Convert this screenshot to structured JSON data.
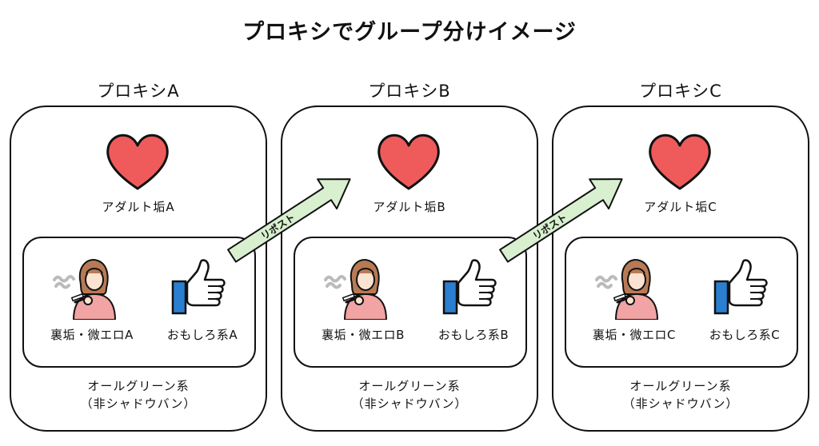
{
  "title": "プロキシでグループ分けイメージ",
  "proxies": [
    {
      "label": "プロキシA",
      "main_account": "アダルト垢A",
      "sub_accounts": [
        "裏垢・微エロA",
        "おもしろ系A"
      ],
      "group_label_line1": "オールグリーン系",
      "group_label_line2": "（非シャドウバン）"
    },
    {
      "label": "プロキシB",
      "main_account": "アダルト垢B",
      "sub_accounts": [
        "裏垢・微エロB",
        "おもしろ系B"
      ],
      "group_label_line1": "オールグリーン系",
      "group_label_line2": "（非シャドウバン）"
    },
    {
      "label": "プロキシC",
      "main_account": "アダルト垢C",
      "sub_accounts": [
        "裏垢・微エロC",
        "おもしろ系C"
      ],
      "group_label_line1": "オールグリーン系",
      "group_label_line2": "（非シャドウバン）"
    }
  ],
  "arrows": [
    {
      "label": "リポスト"
    },
    {
      "label": "リポスト"
    }
  ],
  "icons": {
    "heart": "heart-icon",
    "woman": "smoking-woman-icon",
    "thumb": "thumbs-up-icon"
  },
  "colors": {
    "heart": "#ef5b5b",
    "arrow_fill": "#d8f0cf",
    "thumb_blue": "#2a7fd1",
    "woman_shirt": "#f2a3a3",
    "woman_hair": "#b87a55"
  }
}
